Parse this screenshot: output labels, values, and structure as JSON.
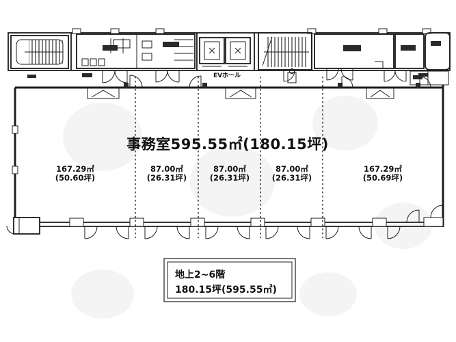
{
  "plan": {
    "office_label": "事務室595.55㎡(180.15坪)",
    "ev_hall_label": "EVホール",
    "bays": [
      {
        "area": "167.29㎡",
        "tsubo": "(50.60坪)"
      },
      {
        "area": "87.00㎡",
        "tsubo": "(26.31坪)"
      },
      {
        "area": "87.00㎡",
        "tsubo": "(26.31坪)"
      },
      {
        "area": "87.00㎡",
        "tsubo": "(26.31坪)"
      },
      {
        "area": "167.29㎡",
        "tsubo": "(50.69坪)"
      }
    ]
  },
  "legend": {
    "floors": "地上2~6階",
    "area": "180.15坪(595.55㎡)"
  },
  "colors": {
    "ink": "#1c1c1c",
    "paper": "#ffffff"
  }
}
